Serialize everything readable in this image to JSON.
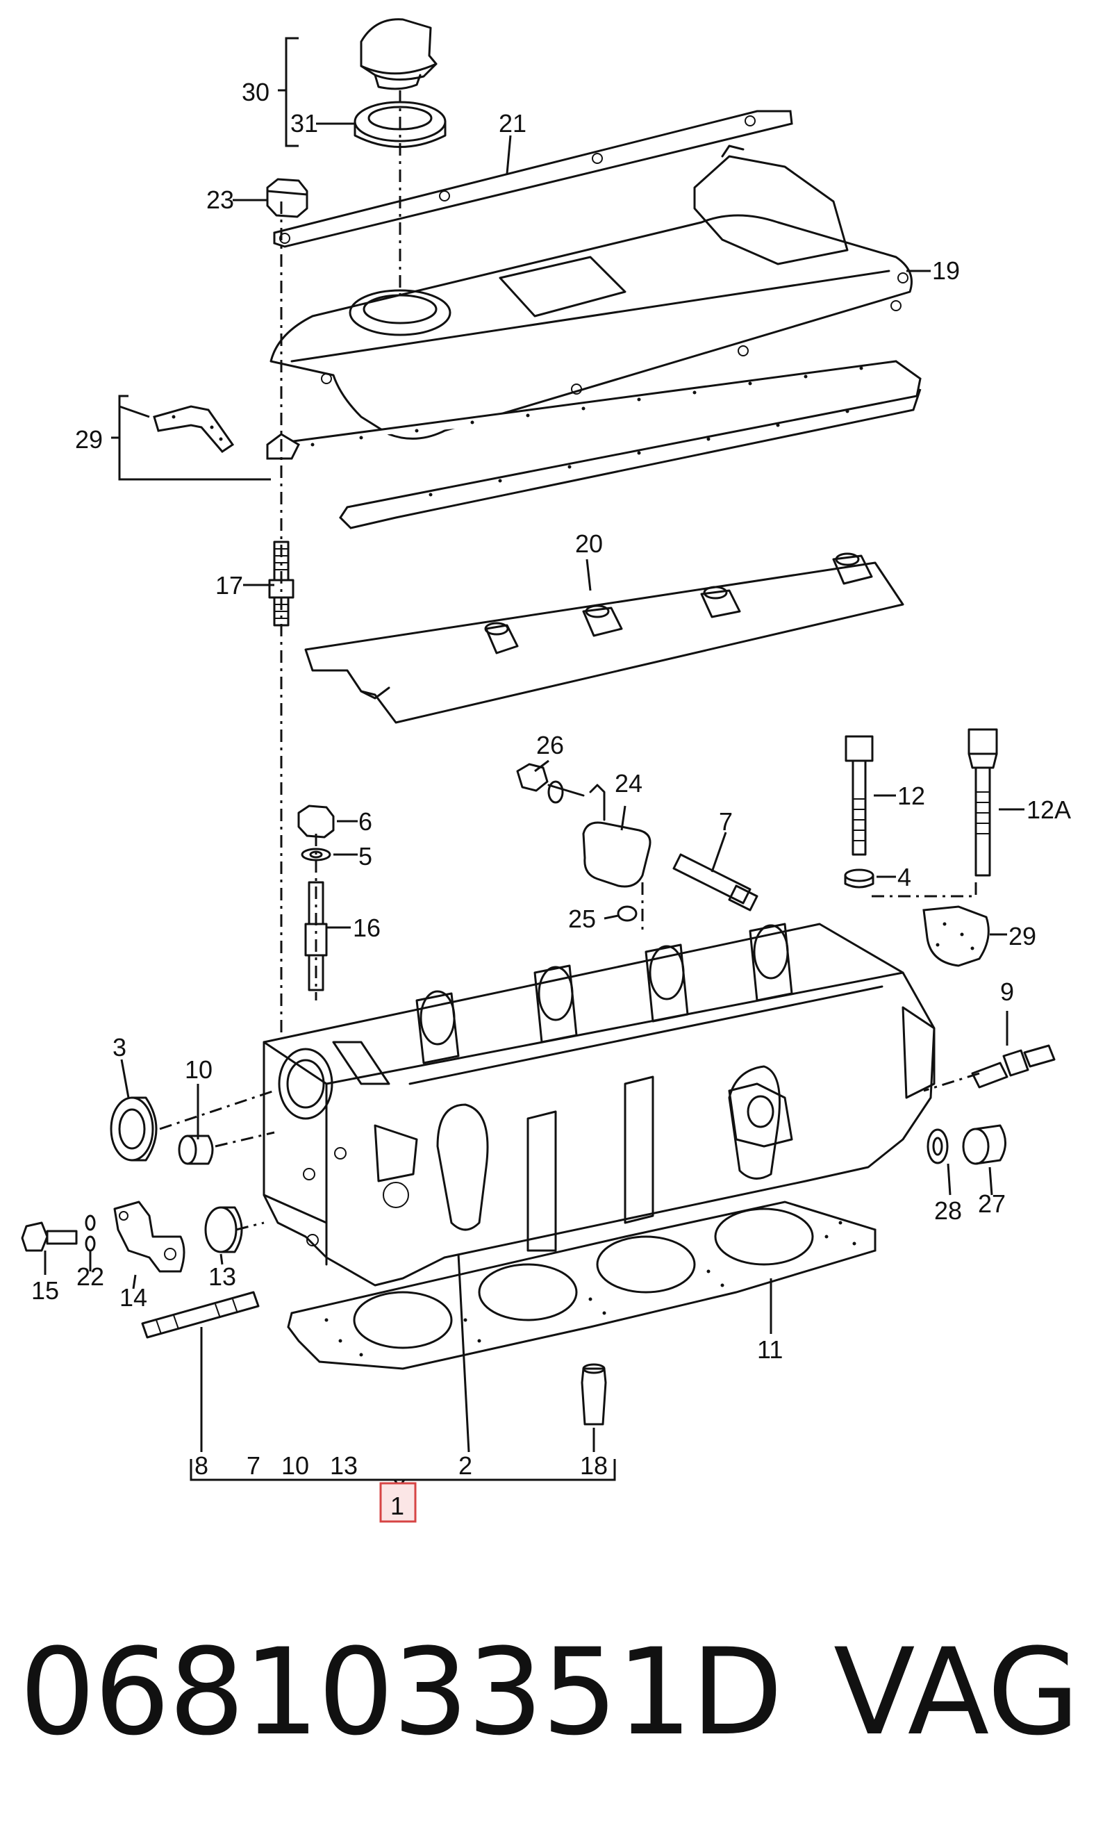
{
  "diagram": {
    "callouts": {
      "c30": "30",
      "c31": "31",
      "c21": "21",
      "c23": "23",
      "c19": "19",
      "c29a": "29",
      "c17": "17",
      "c20": "20",
      "c26": "26",
      "c24": "24",
      "c25": "25",
      "c7a": "7",
      "c12": "12",
      "c12a": "12A",
      "c6": "6",
      "c5": "5",
      "c16": "16",
      "c4": "4",
      "c29b": "29",
      "c9": "9",
      "c3": "3",
      "c10a": "10",
      "c28": "28",
      "c27": "27",
      "c15": "15",
      "c22": "22",
      "c14": "14",
      "c13a": "13",
      "c11": "11",
      "c18": "18"
    },
    "kit_bracket": {
      "items": [
        "8",
        "7",
        "10",
        "13",
        "2",
        "18"
      ],
      "kit_number": "1"
    },
    "highlight_color": "#d64545"
  },
  "footer": {
    "part_number": "068103351D",
    "brand": "VAG"
  }
}
